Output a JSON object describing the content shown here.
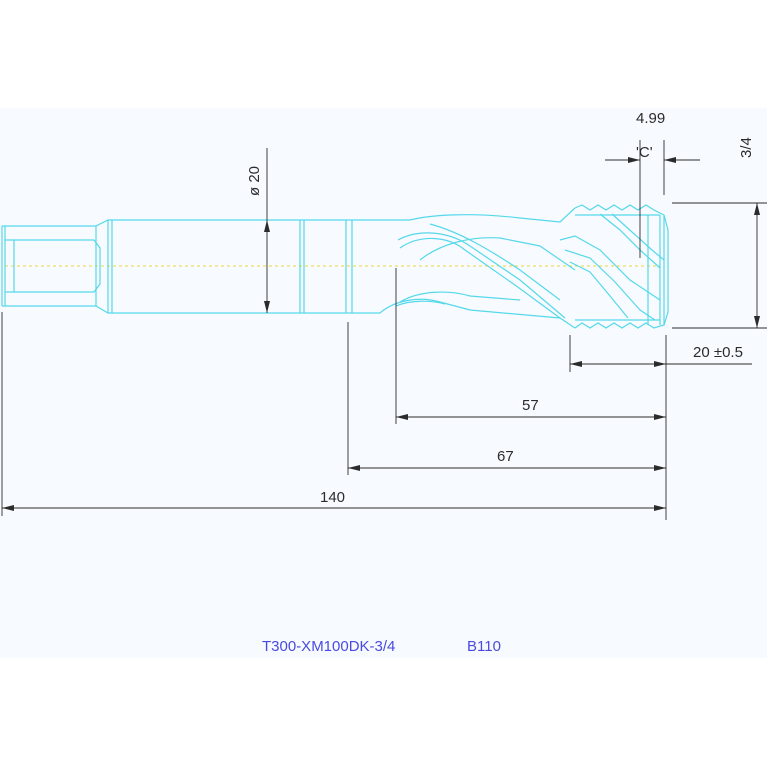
{
  "drawing": {
    "dimensions": {
      "thread_pitch_dia": "4.99",
      "chamfer_label": "'C'",
      "thread_size": "3/4",
      "shank_diameter": "ø 20",
      "thread_length": "20 ±0.5",
      "flute_length": "57",
      "neck_length": "67",
      "overall_length": "140"
    },
    "caption": {
      "part_number": "T300-XM100DK-3/4",
      "code": "B110"
    },
    "colors": {
      "outline": "#55d8ea",
      "dimension": "#2b2b2b",
      "caption": "#4a4ae0",
      "centerline": "#e8d63a",
      "sheet": "#f7fbff"
    }
  }
}
